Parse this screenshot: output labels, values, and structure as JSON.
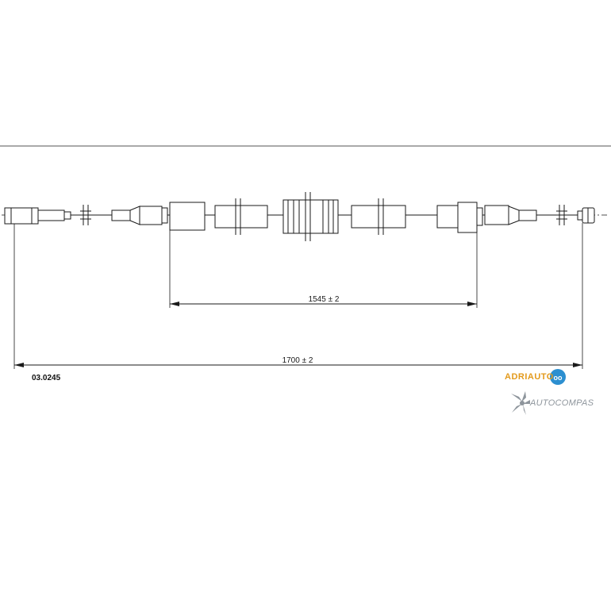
{
  "part_number": "03.0245",
  "dimensions": [
    {
      "label": "1545 ± 2"
    },
    {
      "label": "1700 ± 2"
    }
  ],
  "brand": {
    "name": "ADRIAUTO",
    "color": "#e39a1c"
  },
  "watermark": {
    "text": "AUTOCOMPAS",
    "color": "#8e959c"
  }
}
